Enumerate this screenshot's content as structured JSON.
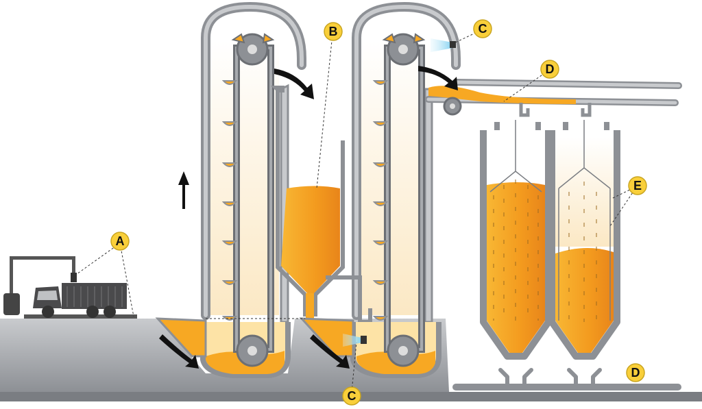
{
  "callouts": {
    "a": "A",
    "b": "B",
    "c_top": "C",
    "c_bottom": "C",
    "d_top": "D",
    "d_bottom": "D",
    "e": "E"
  },
  "colors": {
    "grain": "#f7a823",
    "grain_dark": "#e8901a",
    "grain_light": "#fdd05a",
    "steel": "#9a9da2",
    "steel_dark": "#6c6f74",
    "steel_light": "#c8cacd",
    "cream": "#fdf3dc",
    "callout_fill": "#f9cf3a",
    "ground": "#8d9095",
    "spray": "#7fd0f0"
  },
  "icons": [
    "truck-icon",
    "probe-crane-icon",
    "elevator-pulley-icon",
    "spray-nozzle-icon",
    "flow-arrow-icon",
    "up-arrow-icon"
  ]
}
